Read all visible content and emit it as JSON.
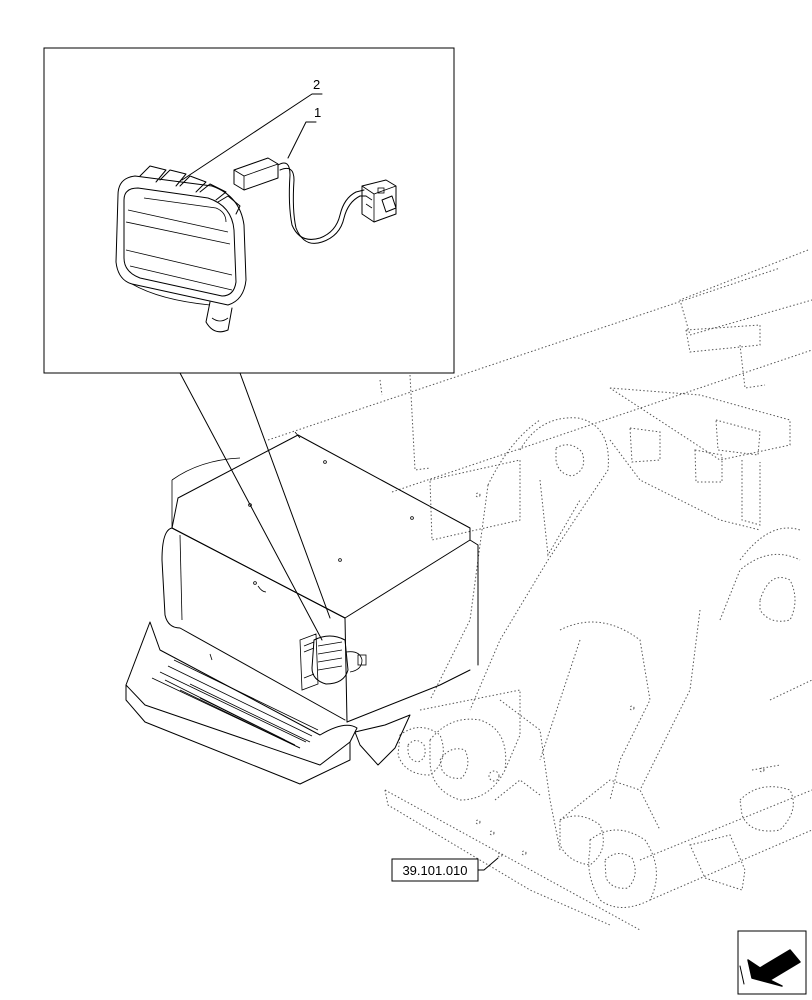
{
  "callouts": [
    {
      "number": "2"
    },
    {
      "number": "1"
    }
  ],
  "reference": {
    "label": "39.101.010"
  },
  "icons": {
    "nav": "direction-arrow-icon"
  }
}
